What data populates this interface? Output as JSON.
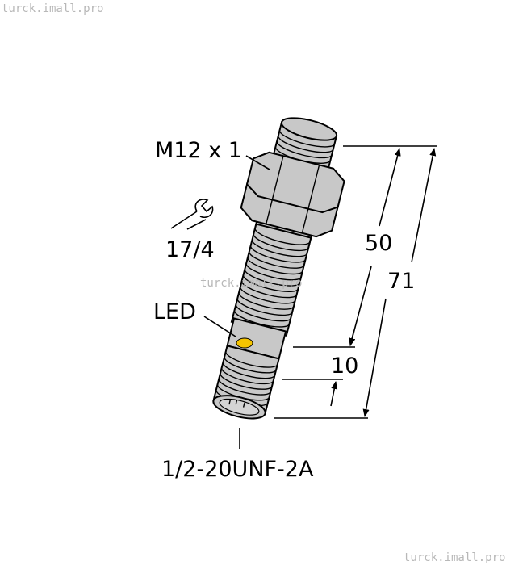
{
  "watermarks": [
    "turck.imall.pro",
    "turck.imall.pro",
    "turck.imall.pro"
  ],
  "labels": {
    "thread": "M12 x 1",
    "wrench_size": "17/4",
    "led": "LED",
    "length_50": "50",
    "length_71": "71",
    "length_10": "10",
    "connector_thread": "1/2-20UNF-2A"
  },
  "colors": {
    "body": "#c8c8c8",
    "led": "#f5c400",
    "outline": "#000000"
  },
  "icons": [
    "wrench-icon"
  ]
}
